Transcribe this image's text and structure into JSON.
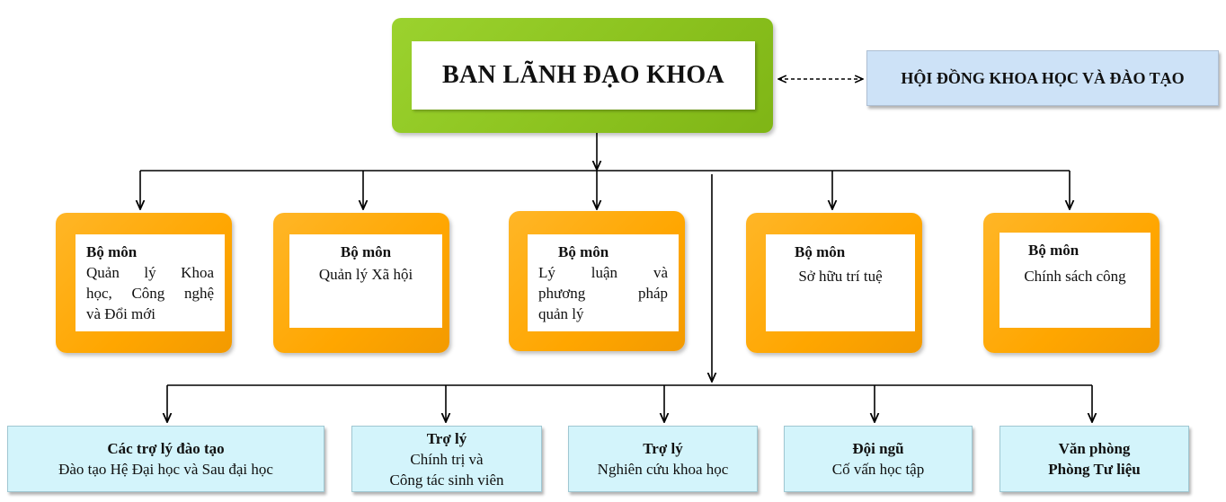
{
  "leadership": {
    "label": "BAN LÃNH ĐẠO KHOA"
  },
  "council": {
    "label": "HỘI ĐỒNG KHOA HỌC VÀ ĐÀO TẠO"
  },
  "departments": [
    {
      "title": "Bộ môn",
      "lines": [
        "Quản lý Khoa",
        "học, Công nghệ",
        "và Đổi mới"
      ]
    },
    {
      "title": "Bộ môn",
      "lines": [
        "Quản lý Xã hội"
      ]
    },
    {
      "title": "Bộ môn",
      "lines": [
        "Lý luận và",
        "phương pháp",
        "quản lý"
      ]
    },
    {
      "title": "Bộ môn",
      "lines": [
        "Sở hữu trí tuệ"
      ]
    },
    {
      "title": "Bộ môn",
      "lines": [
        "Chính sách công"
      ]
    }
  ],
  "units": [
    {
      "title": "Các trợ lý đào tạo",
      "lines": [
        "Đào tạo Hệ Đại học và Sau đại học"
      ]
    },
    {
      "title": "Trợ lý",
      "lines": [
        "Chính trị và",
        "Công tác sinh viên"
      ]
    },
    {
      "title": "Trợ lý",
      "lines": [
        "Nghiên cứu khoa học"
      ]
    },
    {
      "title": "Đội ngũ",
      "lines": [
        "Cố vấn học tập"
      ]
    },
    {
      "title": "Văn phòng",
      "lines": [
        "Phòng Tư liệu"
      ]
    }
  ],
  "colors": {
    "leader_frame": "#8cc31f",
    "department_frame": "#ffa600",
    "council_fill": "#cde2f7",
    "unit_fill": "#d3f4fb",
    "connector": "#000000"
  }
}
